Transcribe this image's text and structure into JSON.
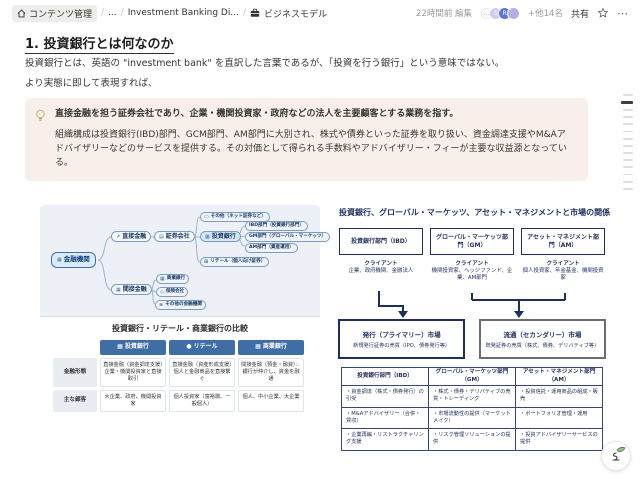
{
  "icons": {
    "bank": "▦",
    "chart_up": "↗",
    "building": "▤",
    "shield": "◇",
    "list": "≡",
    "monitor": "▭",
    "cart": "⊞",
    "person": "●",
    "ellipsis_menu": "⋯"
  },
  "topbar": {
    "breadcrumb": {
      "root": "コンテンツ管理",
      "collapsed": "...",
      "parent": "Investment Banking Di...",
      "current": "ビジネスモデル",
      "separator": "/"
    },
    "edited": "22時間前 編集",
    "members_more": "+他14名",
    "share": "共有"
  },
  "avatars": [
    {
      "initial": "…"
    },
    {
      "initial": "S"
    },
    {
      "initial": "R"
    },
    {
      "initial": ""
    }
  ],
  "heading": "1. 投資銀行とは何なのか",
  "paragraphs": {
    "p1": "投資銀行とは、英語の \"investment bank\" を直訳した言葉であるが、「投資を行う銀行」という意味ではない。",
    "p2": "より実態に即して表現すれば、"
  },
  "callout": {
    "lead": "直接金融を担う証券会社であり、企業・機関投資家・政府などの法人を主要顧客とする業務を指す。",
    "body": "組織構成は投資銀行(IBD)部門、GCM部門、AM部門に大別され、株式や債券といった証券を取り扱い、資金調達支援やM&Aアドバイザリーなどのサービスを提供する。その対価として得られる手数料やアドバイザリー・フィーが主要な収益源となっている。"
  },
  "org_chart": {
    "root": "金融機関",
    "direct": "直接金融",
    "securities": "証券会社",
    "other_net": "その他（ネット証券など）",
    "investment_bank": "投資銀行",
    "ibd": "IBD部門（投資銀行部門）",
    "gm": "GM部門（グローバル・マーケッツ）",
    "am": "AM部門（資産運用）",
    "retail": "リテール（個人向け証券）",
    "indirect": "間接金融",
    "commercial": "商業銀行",
    "insurance": "保険会社",
    "other_fin": "その他の金融機関"
  },
  "compare_table": {
    "title": "投資銀行・リテール・商業銀行の比較",
    "headers": [
      "投資銀行",
      "リテール",
      "商業銀行"
    ],
    "row_labels": [
      "金融形態",
      "主な顧客"
    ],
    "rows": [
      [
        "直接金融（資金調達支援）企業・機関投資家と直接取引",
        "直接金融（資産形成支援）個人と金融商品を直接繋ぐ",
        "間接金融（預金・融資）：銀行が仲介し、資金を融通"
      ],
      [
        "大企業、政府、機関投資家",
        "個人投資家（富裕層、一般個人）",
        "個人、中小企業、大企業"
      ]
    ]
  },
  "market_diagram": {
    "title": "投資銀行、グローバル・マーケッツ、アセット・マネジメントと市場の関係",
    "client_label": "クライアント",
    "departments": [
      {
        "name": "投資銀行部門（IBD）",
        "clients": "企業、政府機関、金融法人"
      },
      {
        "name": "グローバル・マーケッツ部門（GM）",
        "clients": "機関投資家、ヘッジファンド、企業、AM部門"
      },
      {
        "name": "アセット・マネジメント部門（AM）",
        "clients": "個人投資家、年金基金、機関投資家"
      }
    ],
    "primary_market": {
      "title": "発行（プライマリー）市場",
      "desc": "新規発行証券の売買（IPO、債券発行等）"
    },
    "secondary_market": {
      "title": "流通（セカンダリー）市場",
      "desc": "既発証券の売買（株式、債券、デリバティブ等）"
    },
    "functions_table": {
      "headers": [
        "投資銀行部門（IBD）",
        "グローバル・マーケッツ部門（GM）",
        "アセット・マネジメント部門（AM）"
      ],
      "rows": [
        [
          "・資金調達（株式・債券発行）の引受",
          "・株式・債券・デリバティブの売買・トレーディング",
          "・投資信託・運用商品の組成・販売"
        ],
        [
          "・M&Aアドバイザリー（合併・買収）",
          "・市場流動性の提供（マーケットメイク）",
          "・ポートフォリオ管理・運用"
        ],
        [
          "・企業再編・リストラクチャリング支援",
          "・リスク管理ソリューションの提供",
          "・投資アドバイザリーサービスの提供"
        ]
      ]
    }
  },
  "colors": {
    "callout_bg": "#f8efea",
    "figure_bg": "#edf1f7",
    "table_header_bg": "#3f6ea6",
    "diagram_navy": "#1e2f5e",
    "avatar_blue": "#5a77d8",
    "avatar_lavender": "#cfcaf3",
    "avatar_purple": "#b7aee9"
  }
}
